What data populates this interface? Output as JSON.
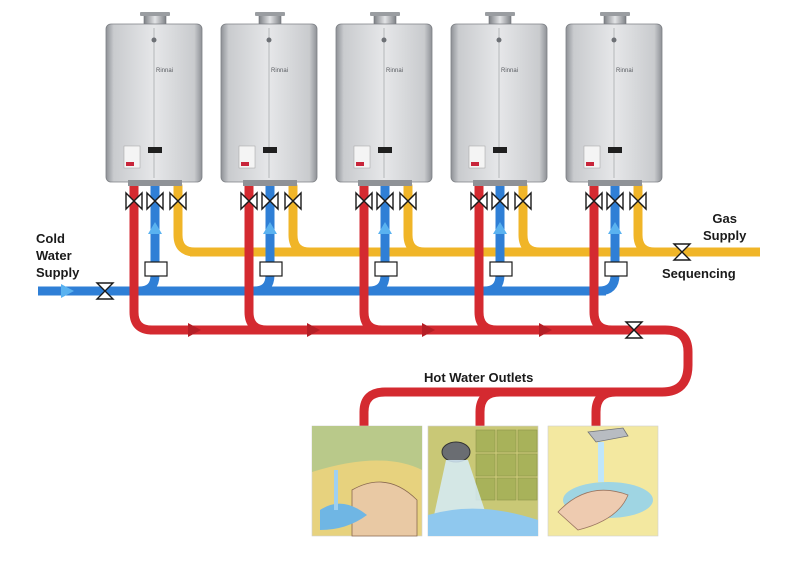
{
  "labels": {
    "cold_water_supply": [
      "Cold",
      "Water",
      "Supply"
    ],
    "gas_supply": [
      "Gas",
      "Supply"
    ],
    "sequencing": "Sequencing",
    "hot_water_outlets": "Hot Water Outlets"
  },
  "heaters": [
    {
      "brand": "Rinnai"
    },
    {
      "brand": "Rinnai"
    },
    {
      "brand": "Rinnai"
    },
    {
      "brand": "Rinnai"
    },
    {
      "brand": "Rinnai"
    }
  ],
  "outlets": [
    {
      "scene": "bathtub-filling"
    },
    {
      "scene": "shower-head"
    },
    {
      "scene": "hand-washing-faucet"
    }
  ],
  "colors": {
    "hot_pipe": "#d42a30",
    "cold_pipe": "#2f7fd6",
    "gas_pipe": "#f0b528",
    "heater_body": "#cfd1d4",
    "valve_stroke": "#1a1a1a"
  }
}
